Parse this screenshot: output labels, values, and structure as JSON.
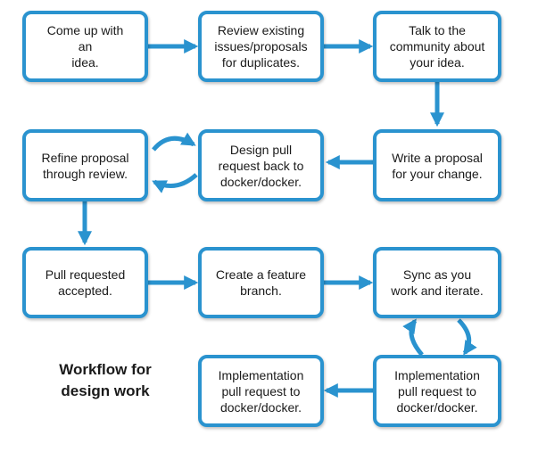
{
  "diagram": {
    "accent_color": "#2a93cf",
    "caption": "Workflow for\ndesign work",
    "steps": {
      "idea": "Come up with an\nidea.",
      "review": "Review existing\nissues/proposals\nfor duplicates.",
      "talk": "Talk to the\ncommunity about\nyour idea.",
      "write": "Write a proposal\nfor your change.",
      "design_pr": "Design pull\nrequest back to\ndocker/docker.",
      "refine": "Refine proposal\nthrough review.",
      "accepted": "Pull requested\naccepted.",
      "feature_branch": "Create a feature\nbranch.",
      "sync": "Sync as you\nwork and iterate.",
      "impl_pr_right": "Implementation\npull request to\ndocker/docker.",
      "impl_pr_left": "Implementation\npull request to\ndocker/docker."
    }
  }
}
